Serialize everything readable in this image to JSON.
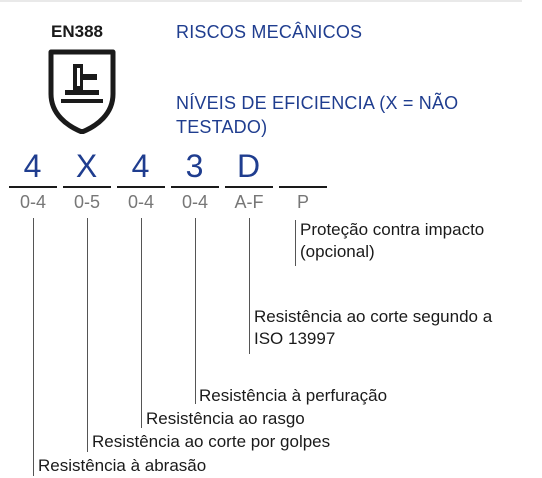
{
  "header": {
    "standard": "EN388",
    "title": "RISCOS MECÂNICOS",
    "subtitle": "NÍVEIS DE EFICIENCIA (X = NÃO TESTADO)"
  },
  "icon": "shield-glove-icon",
  "colors": {
    "accent": "#1f3d8f",
    "text": "#1a1a1a",
    "range_text": "#777777"
  },
  "levels": [
    {
      "value": "4",
      "range": "0-4"
    },
    {
      "value": "X",
      "range": "0-5"
    },
    {
      "value": "4",
      "range": "0-4"
    },
    {
      "value": "3",
      "range": "0-4"
    },
    {
      "value": "D",
      "range": "A-F"
    },
    {
      "value": "",
      "range": "P"
    }
  ],
  "descriptions": {
    "impact_line1": "Proteção contra impacto",
    "impact_line2": "(opcional)",
    "cut_iso_line1": "Resistência ao corte segundo a",
    "cut_iso_line2": "ISO 13997",
    "puncture": "Resistência à perfuração",
    "tear": "Resistência ao rasgo",
    "blade_cut": "Resistência ao corte por golpes",
    "abrasion": "Resistência à abrasão"
  }
}
